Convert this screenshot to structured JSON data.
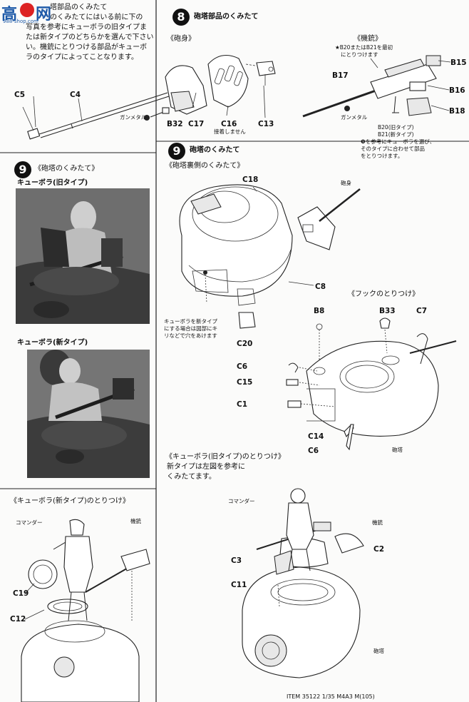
{
  "header": {
    "logo_text_1": "高",
    "logo_text_2": "网",
    "logo_url": "988-shop.com"
  },
  "left_column": {
    "intro_lines": [
      "塔部品のくみたて",
      "のくみたてにはいる前に下の",
      "写真を参考にキューボラの旧タイプま",
      "たは新タイプのどちらかを選んで下さい",
      "い。機銃にとりつける部品がキューボ",
      "ラのタイプによってことなります。"
    ],
    "gun_parts": {
      "c5": "C5",
      "c4": "C4",
      "gunmetal": "ガンメタル",
      "b32": "B32"
    },
    "step9": {
      "number": "9",
      "title": "《砲塔のくみたて》",
      "old_type": "キューボラ(旧タイプ)",
      "new_type": "キューボラ(新タイプ)"
    },
    "new_cupola_section": {
      "title": "《キューボラ(新タイプ)のとりつけ》",
      "commander": "コマンダー",
      "mg": "機銃",
      "c19": "C19",
      "c12": "C12"
    }
  },
  "step8": {
    "number": "8",
    "title": "砲塔部品のくみたて",
    "barrel_title": "《砲身》",
    "c17": "C17",
    "c16": "C16",
    "c16_note": "接着しません",
    "c13": "C13",
    "mg_title": "《機銃》",
    "mg_note_1": "★B20またはB21を最初",
    "mg_note_2": "にとりつけます",
    "b15": "B15",
    "b16": "B16",
    "b17": "B17",
    "b18": "B18",
    "gunmetal": "ガンメタル",
    "b20": "B20(旧タイプ)",
    "b21": "B21(新タイプ)",
    "choose_1": "❾を参考にキューボラを選び、",
    "choose_2": "そのタイプに合わせて部品",
    "choose_3": "をとりつけます。"
  },
  "step9_right": {
    "number": "9",
    "title": "砲塔のくみたて",
    "inner_title": "《砲塔裏側のくみたて》",
    "c18": "C18",
    "barrel": "砲身",
    "c8": "C8",
    "c20": "C20",
    "new_note_1": "キューボラを新タイプ",
    "new_note_2": "にする場合は図部にキ",
    "new_note_3": "リなどで穴をあけます",
    "hook_title": "《フックのとりつけ》",
    "b8": "B8",
    "b33": "B33",
    "c7": "C7",
    "c6a": "C6",
    "c15": "C15",
    "c1": "C1",
    "c14": "C14",
    "c6b": "C6",
    "turret": "砲塔",
    "old_cupola_title": "《キューボラ(旧タイプ)のとりつけ》",
    "old_note_1": "新タイプは左図を参考に",
    "old_note_2": "くみたてます。",
    "commander": "コマンダー",
    "mg": "機銃",
    "c2": "C2",
    "c3": "C3",
    "c11": "C11",
    "turret2": "砲塔"
  },
  "footer": {
    "code": "ITEM 35122 1/35 M4A3 M(105)"
  }
}
